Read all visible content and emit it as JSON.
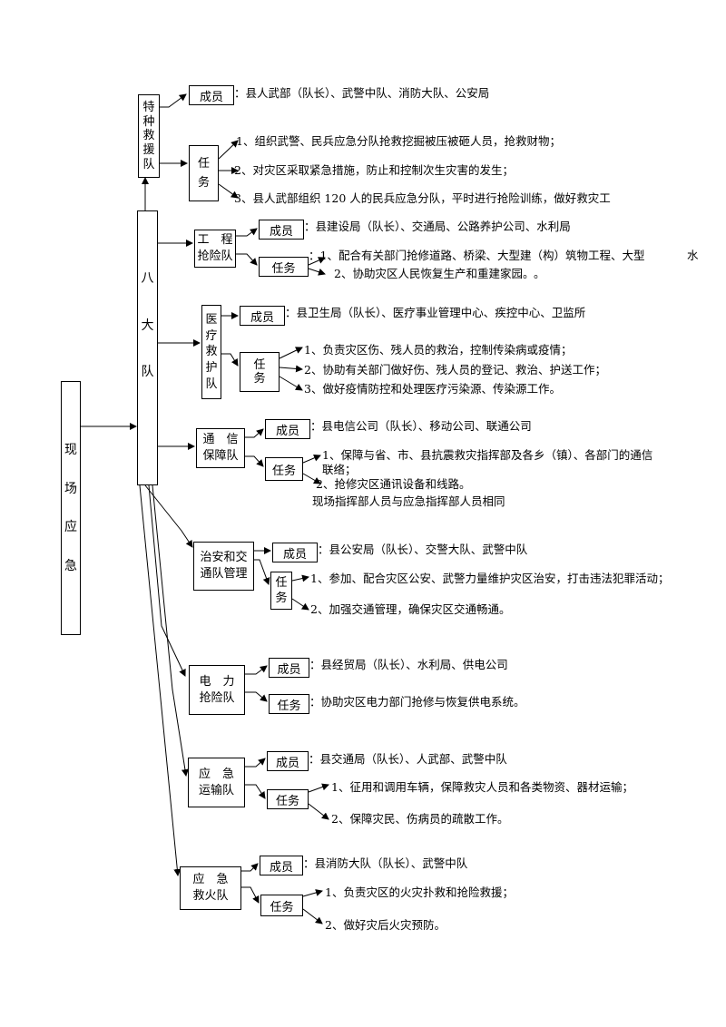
{
  "root": {
    "chars": [
      "现",
      "场",
      "应",
      "急"
    ]
  },
  "main": {
    "chars": [
      "八",
      "大",
      "队"
    ]
  },
  "teams": {
    "special": {
      "name_chars": [
        "特",
        "种",
        "救",
        "援",
        "队"
      ],
      "member_label": "成员",
      "members": "：县人武部（队长）、武警中队、消防大队、公安局",
      "task_chars": [
        "任",
        "务"
      ],
      "tasks": [
        "1、组织武警、民兵应急分队抢救挖掘被压被砸人员，抢救财物；",
        "2、对灾区采取紧急措施，防止和控制次生灾害的发生；",
        "3、县人武部组织 120 人的民兵应急分队，平时进行抢险训练，做好救灾工"
      ]
    },
    "engineering": {
      "name_lines": [
        "工　程",
        "抢险队"
      ],
      "member_label": "成员",
      "members": "：县建设局（队长）、交通局、公路养护公司、水利局",
      "task_label": "任务",
      "tasks": [
        "：1、配合有关部门抢修道路、桥梁、大型建（构）筑物工程、大型",
        "2、协助灾区人民恢复生产和重建家园。"
      ],
      "overflow": [
        "水",
        "。"
      ]
    },
    "medical": {
      "name_chars": [
        "医",
        "疗",
        "救",
        "护",
        "队"
      ],
      "member_label": "成员",
      "members": "：县卫生局（队长）、医疗事业管理中心、疾控中心、卫监所",
      "task_chars": [
        "任",
        "务"
      ],
      "tasks": [
        "1、负责灾区伤、残人员的救治，控制传染病或疫情；",
        "2、协助有关部门做好伤、残人员的登记、救治、护送工作；",
        "3、做好疫情防控和处理医疗污染源、传染源工作。"
      ]
    },
    "comms": {
      "name_lines": [
        "通　信",
        "保障队"
      ],
      "member_label": "成员",
      "members": "：县电信公司（队长）、移动公司、联通公司",
      "task_label": "任务",
      "tasks": [
        "1、保障与省、市、县抗震救灾指挥部及各乡（镇）、各部门的通信",
        "联络；",
        "2、抢修灾区通讯设备和线路。"
      ],
      "note": "现场指挥部人员与应急指挥部人员相同"
    },
    "security": {
      "name_lines": [
        "治安和交",
        "通队管理"
      ],
      "member_label": "成员",
      "members": "：县公安局（队长）、交警大队、武警中队",
      "task_chars": [
        "任",
        "务"
      ],
      "tasks": [
        "1、参加、配合灾区公安、武警力量维护灾区治安，打击违法犯罪活动；",
        "2、加强交通管理，确保灾区交通畅通。"
      ]
    },
    "power": {
      "name_lines": [
        "电　力",
        "抢险队"
      ],
      "member_label": "成员",
      "members": "：县经贸局（队长）、水利局、供电公司",
      "task_label": "任务",
      "tasks": [
        "：协助灾区电力部门抢修与恢复供电系统。"
      ]
    },
    "transport": {
      "name_lines": [
        "应　急",
        "运输队"
      ],
      "member_label": "成员",
      "members": "：县交通局（队长）、人武部、武警中队",
      "task_label": "任务",
      "tasks": [
        "1、征用和调用车辆，保障救灾人员和各类物资、器材运输；",
        "2、保障灾民、伤病员的疏散工作。"
      ]
    },
    "fire": {
      "name_lines": [
        "应　急",
        "救火队"
      ],
      "member_label": "成员",
      "members": "：县消防大队（队长）、武警中队",
      "task_label": "任务",
      "tasks": [
        "1、负责灾区的火灾扑救和抢险救援；",
        "2、做好灾后火灾预防。"
      ]
    }
  }
}
